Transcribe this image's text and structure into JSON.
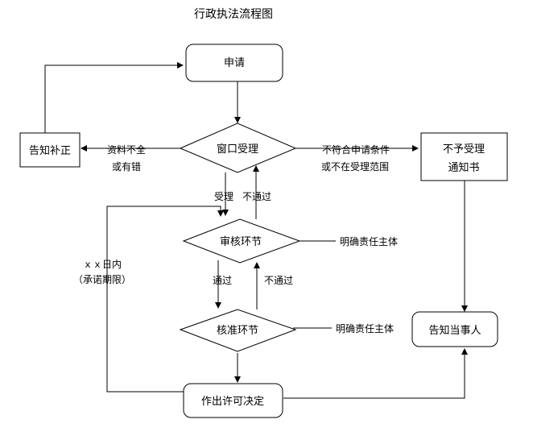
{
  "title": "行政执法流程图",
  "nodes": {
    "apply": "申请",
    "window_accept": "窗口受理",
    "notify_correction": "告知补正",
    "reject_notice_line1": "不予受理",
    "reject_notice_line2": "通知书",
    "review": "审核环节",
    "approve": "核准环节",
    "decision": "作出许可决定",
    "notify_party": "告知当事人"
  },
  "labels": {
    "incomplete_line1": "资料不全",
    "incomplete_line2": "或有错",
    "not_qualified_line1": "不符合申请条件",
    "not_qualified_line2": "或不在受理范围",
    "accepted": "受理",
    "not_passed": "不通过",
    "passed": "通过",
    "deadline_line1": "ｘｘ日内",
    "deadline_line2": "（承诺期限）",
    "responsible_1": "明确责任主体",
    "responsible_2": "明确责任主体"
  },
  "colors": {
    "stroke": "#000000",
    "fill": "#ffffff",
    "text": "#000000"
  }
}
